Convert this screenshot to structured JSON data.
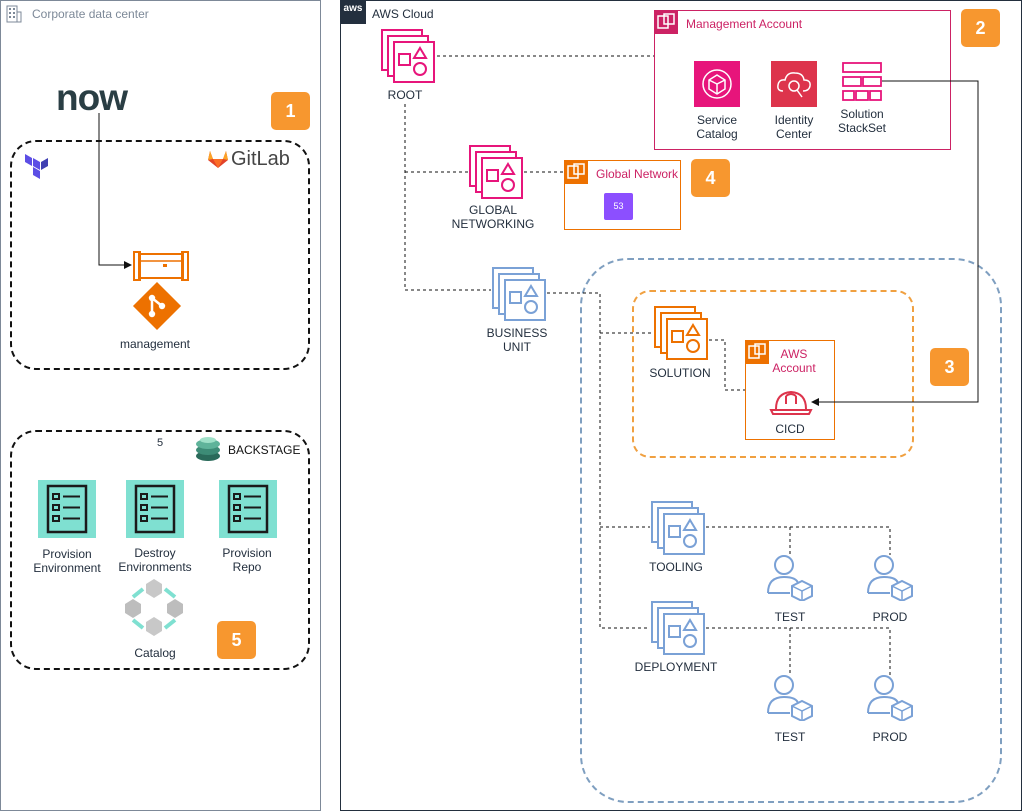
{
  "corporate": {
    "title": "Corporate data center"
  },
  "aws": {
    "title": "AWS Cloud",
    "logo_text": "aws"
  },
  "badges": {
    "b1": "1",
    "b2": "2",
    "b3": "3",
    "b4": "4",
    "b5": "5"
  },
  "servicenow": {
    "logo_text": "now"
  },
  "gitlab": {
    "title": "GitLab",
    "repo_label": "management"
  },
  "backstage": {
    "title": "BACKSTAGE",
    "count_label": "5",
    "items": [
      {
        "label": "Provision\nEnvironment"
      },
      {
        "label": "Destroy\nEnvironments"
      },
      {
        "label": "Provision\nRepo"
      }
    ],
    "catalog_label": "Catalog"
  },
  "ous": {
    "root": "ROOT",
    "global_networking": "GLOBAL\nNETWORKING",
    "business_unit": "BUSINESS\nUNIT",
    "solution": "SOLUTION",
    "tooling": "TOOLING",
    "deployment": "DEPLOYMENT"
  },
  "management_account": {
    "title": "Management Account",
    "services": [
      {
        "label": "Service\nCatalog"
      },
      {
        "label": "Identity\nCenter"
      },
      {
        "label": "Solution\nStackSet"
      }
    ]
  },
  "global_network": {
    "title": "Global Network",
    "route53_text": "53"
  },
  "aws_account": {
    "title": "AWS\nAccount",
    "cicd_label": "CICD"
  },
  "accounts": {
    "tooling_test": "TEST",
    "tooling_prod": "PROD",
    "deploy_test": "TEST",
    "deploy_prod": "PROD"
  },
  "colors": {
    "management": "#cc2264",
    "orange": "#ed7100",
    "ou_pink": "#e7157b",
    "ou_blue": "#7aa1d6",
    "teal": "#7fe0d1",
    "route53": "#8c4fff",
    "dashed_blue": "#7f9fc0"
  }
}
